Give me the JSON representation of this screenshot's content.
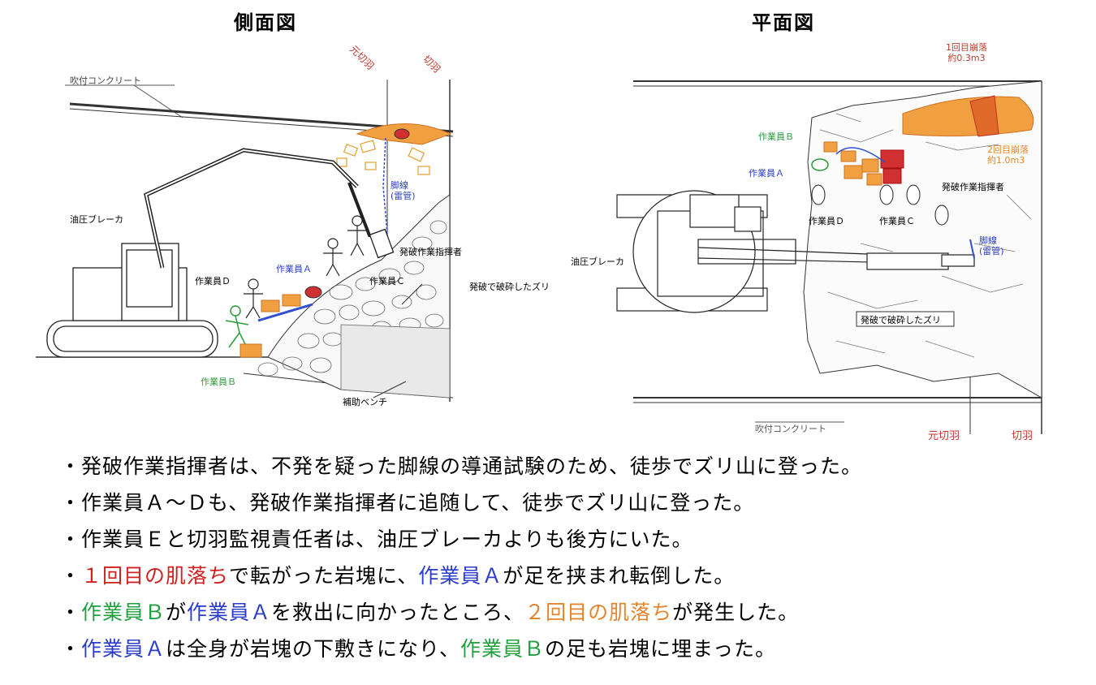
{
  "titles": {
    "side": "側面図",
    "plan": "平面図"
  },
  "side_labels": {
    "shotcrete": "吹付コンクリート",
    "orig_face": "元切羽",
    "face": "切羽",
    "breaker": "油圧ブレーカ",
    "leg_wire": "脚線\n(雷管)",
    "chief": "発破作業指揮者",
    "worker_a": "作業員Ａ",
    "worker_b": "作業員Ｂ",
    "worker_c": "作業員Ｃ",
    "worker_d": "作業員Ｄ",
    "muck": "発破で破砕したズリ",
    "bench": "補助ベンチ"
  },
  "plan_labels": {
    "fall1": "1回目崩落\n約0.3m3",
    "fall2": "2回目崩落\n約1.0m3",
    "worker_b": "作業員Ｂ",
    "worker_a": "作業員Ａ",
    "worker_c": "作業員Ｃ",
    "worker_d": "作業員Ｄ",
    "chief": "発破作業指揮者",
    "breaker": "油圧ブレーカ",
    "leg_wire": "脚線\n(雷管)",
    "muck": "発破で破砕したズリ",
    "shotcrete": "吹付コンクリート",
    "orig_face": "元切羽",
    "face": "切羽"
  },
  "bullets": [
    [
      {
        "text": "発破作業指揮者は、不発を疑った脚線の導通試験のため、徒歩でズリ山に登った。",
        "color": "black"
      }
    ],
    [
      {
        "text": "作業員Ａ～Ｄも、発破作業指揮者に追随して、徒歩でズリ山に登った。",
        "color": "black"
      }
    ],
    [
      {
        "text": "作業員Ｅと切羽監視責任者は、油圧ブレーカよりも後方にいた。",
        "color": "black"
      }
    ],
    [
      {
        "text": "１回目の肌落ち",
        "color": "red"
      },
      {
        "text": "で転がった岩塊に、",
        "color": "black"
      },
      {
        "text": "作業員Ａ",
        "color": "blue"
      },
      {
        "text": "が足を挟まれ転倒した。",
        "color": "black"
      }
    ],
    [
      {
        "text": "作業員Ｂ",
        "color": "green"
      },
      {
        "text": "が",
        "color": "black"
      },
      {
        "text": "作業員Ａ",
        "color": "blue"
      },
      {
        "text": "を救出に向かったところ、",
        "color": "black"
      },
      {
        "text": "２回目の肌落ち",
        "color": "orange"
      },
      {
        "text": "が発生した。",
        "color": "black"
      }
    ],
    [
      {
        "text": "作業員Ａ",
        "color": "blue"
      },
      {
        "text": "は全身が岩塊の下敷きになり、",
        "color": "black"
      },
      {
        "text": "作業員Ｂ",
        "color": "green"
      },
      {
        "text": "の足も岩塊に埋まった。",
        "color": "black"
      }
    ]
  ],
  "bullet_mark": "・"
}
